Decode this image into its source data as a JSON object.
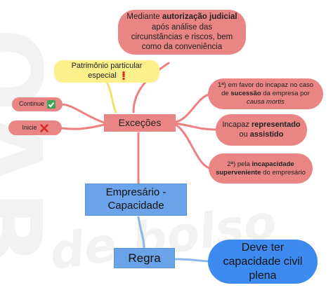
{
  "watermark": {
    "top": "OAB",
    "bottom": "de bolso"
  },
  "nodes": {
    "top": {
      "pre": "Mediante ",
      "b1": "autorização judicial",
      "post": " após análise das circunstâncias e riscos, bem como da conveniência"
    },
    "patrimonio": {
      "text": "Patrimônio particular especial",
      "icon": "exclamation-icon"
    },
    "continue": {
      "text": "Continue",
      "icon": "check-icon"
    },
    "inicie": {
      "text": "Inicie",
      "icon": "cross-icon"
    },
    "excecoes": {
      "text": "Exceções"
    },
    "n1": {
      "pre": "1ª) em favor do incapaz no caso de ",
      "b": "sucessão",
      "mid": " da empresa por ",
      "i": "causa mortis"
    },
    "incapaz": {
      "pre": "Incapaz ",
      "b1": "representado",
      "mid": " ou ",
      "b2": "assistido"
    },
    "n2": {
      "pre": "2ª) pela ",
      "b": "incapacidade superveniente",
      "post": " do empresário"
    },
    "empresario": {
      "text": "Empresário - Capacidade"
    },
    "regra": {
      "text": "Regra"
    },
    "deve": {
      "text": "Deve ter capacidade civil plena"
    }
  },
  "colors": {
    "red": "#ea8585",
    "link_red": "#f08080",
    "yellow": "#fbf08c",
    "blue_box": "#6aa3e8",
    "blue_pill": "#3d8bf0",
    "link_blue": "#8ab8ec",
    "link_yellow": "#f2e36a"
  }
}
